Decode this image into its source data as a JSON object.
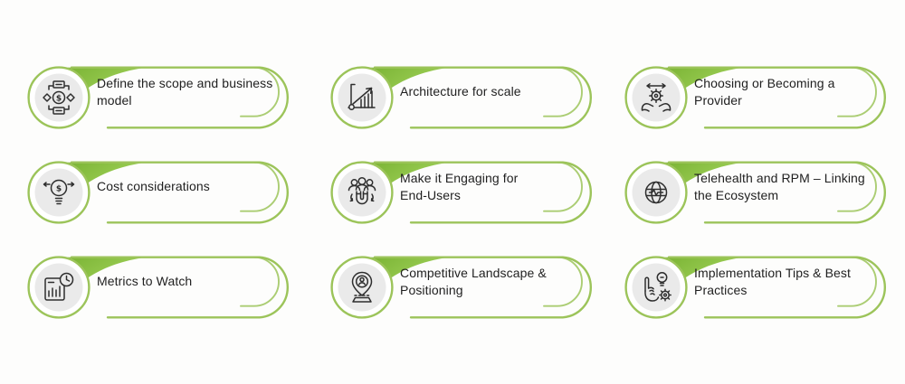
{
  "infographic": {
    "cards": [
      {
        "label": "Define the scope and business model",
        "icon": "workflow-dollar-icon"
      },
      {
        "label": "Architecture for scale",
        "icon": "growth-chart-icon"
      },
      {
        "label": "Choosing or Becoming a Provider",
        "icon": "hands-gear-icon"
      },
      {
        "label": "Cost considerations",
        "icon": "bulb-dollar-icon"
      },
      {
        "label": "Make it Engaging for End‑Users",
        "icon": "users-magnet-icon"
      },
      {
        "label": "Telehealth and RPM – Linking the Ecosystem",
        "icon": "globe-pulse-icon"
      },
      {
        "label": "Metrics to Watch",
        "icon": "chart-clock-icon"
      },
      {
        "label": "Competitive Landscape & Positioning",
        "icon": "map-pin-person-icon"
      },
      {
        "label": "Implementation Tips & Best Practices",
        "icon": "hand-bulb-gear-icon"
      }
    ],
    "colors": {
      "accent_green": "#8dc63f",
      "border_green": "#9cc45a",
      "wedge_dark": "#7ab334",
      "wedge_light": "#a3d45c",
      "circle_fill": "#eaeaea",
      "text": "#1f1f1f",
      "background": "#fdfdfc"
    }
  }
}
